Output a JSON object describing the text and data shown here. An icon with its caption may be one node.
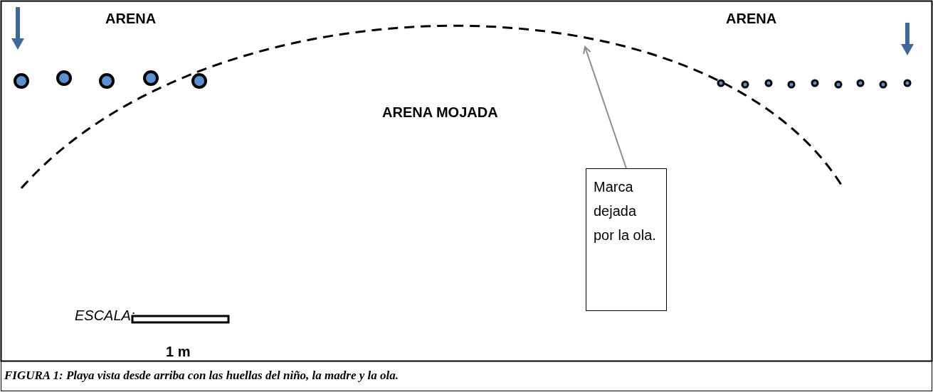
{
  "diagram": {
    "caption": "FIGURA 1: Playa vista desde arriba con las huellas del niño, la madre y la ola.",
    "nodes": [
      {
        "text": [
          "Marca dejada por la ola."
        ]
      },
      {
        "text": [],
        "shape": "line"
      }
    ],
    "edges": [
      {
        "from": 0,
        "to": 1,
        "arrow": "to"
      }
    ],
    "labels": [
      "ARENA",
      "ARENA",
      "ARENA MOJADA",
      "ESCALA:",
      "1 m"
    ]
  }
}
